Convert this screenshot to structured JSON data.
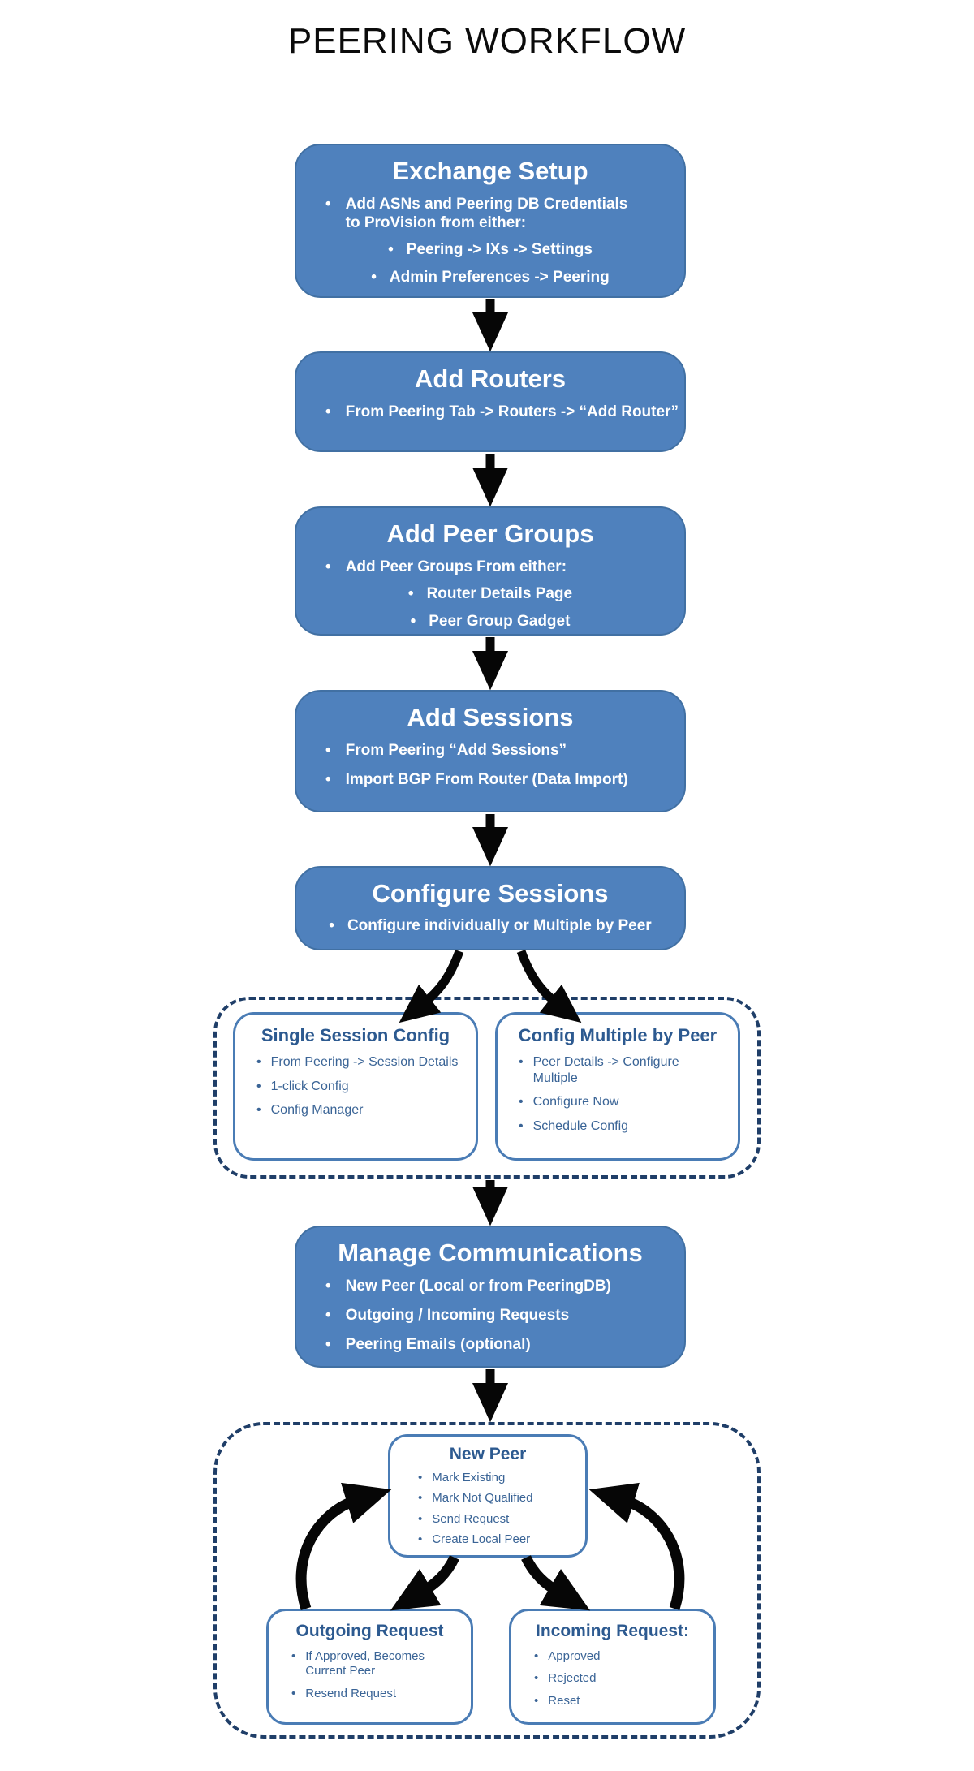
{
  "title": "PEERING WORKFLOW",
  "glyphs": {
    "bullet": "•"
  },
  "colors": {
    "box_fill": "#4F81BD",
    "box_text": "#FFFFFF",
    "outline_box_border": "#4A7CB5",
    "outline_heading_text": "#2D5A90",
    "outline_body_text": "#3A6496",
    "dashed_border": "#1F3E68",
    "arrow": "#060606",
    "title_text": "#0B0B0B"
  },
  "flow_boxes": [
    {
      "title": "Exchange Setup",
      "bullets": [
        "Add ASNs and Peering DB Credentials to ProVision from either:"
      ],
      "sub_bullets": [
        "Peering -> IXs -> Settings",
        "Admin Preferences -> Peering"
      ]
    },
    {
      "title": "Add Routers",
      "bullets": [
        "From Peering Tab -> Routers -> “Add Router”"
      ]
    },
    {
      "title": "Add Peer Groups",
      "bullets": [
        "Add Peer Groups From either:"
      ],
      "sub_bullets": [
        "Router Details Page",
        "Peer Group Gadget"
      ]
    },
    {
      "title": "Add Sessions",
      "bullets": [
        "From  Peering “Add Sessions”",
        "Import BGP From Router (Data Import)"
      ]
    },
    {
      "title": "Configure Sessions",
      "bullets": [
        "Configure individually or Multiple by Peer"
      ]
    },
    {
      "title": "Manage Communications",
      "bullets": [
        "New Peer (Local or from PeeringDB)",
        "Outgoing / Incoming Requests",
        "Peering Emails (optional)"
      ]
    }
  ],
  "config_group": {
    "left": {
      "title": "Single Session Config",
      "bullets": [
        "From Peering -> Session Details",
        "1-click Config",
        "Config Manager"
      ]
    },
    "right": {
      "title": "Config Multiple by Peer",
      "bullets": [
        "Peer Details -> Configure Multiple",
        "Configure Now",
        "Schedule Config"
      ]
    }
  },
  "communications_group": {
    "new_peer": {
      "title": "New Peer",
      "bullets": [
        "Mark Existing",
        "Mark Not Qualified",
        "Send Request",
        "Create Local Peer"
      ]
    },
    "outgoing": {
      "title": "Outgoing Request",
      "bullets": [
        "If Approved, Becomes Current Peer",
        "Resend Request"
      ]
    },
    "incoming": {
      "title": "Incoming Request:",
      "bullets": [
        "Approved",
        "Rejected",
        "Reset"
      ]
    }
  }
}
